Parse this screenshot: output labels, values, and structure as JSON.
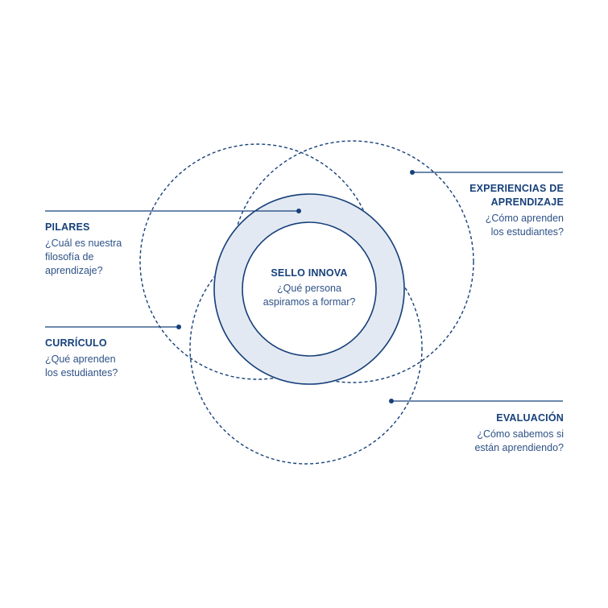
{
  "colors": {
    "primary": "#16407a",
    "ring_fill": "#e3e9f2",
    "background": "#ffffff"
  },
  "center": {
    "title": "SELLO INNOVA",
    "question": "¿Qué persona\naspiramos a formar?"
  },
  "pilares": {
    "title": "PILARES",
    "question": "¿Cuál es nuestra\nfilosofía de\naprendizaje?"
  },
  "curriculo": {
    "title": "CURRÍCULO",
    "question": "¿Qué aprenden\nlos estudiantes?"
  },
  "experiencias": {
    "title": "EXPERIENCIAS DE\nAPRENDIZAJE",
    "question": "¿Cómo aprenden\nlos estudiantes?"
  },
  "evaluacion": {
    "title": "EVALUACIÓN",
    "question": "¿Cómo sabemos si\nestán aprendiendo?"
  }
}
